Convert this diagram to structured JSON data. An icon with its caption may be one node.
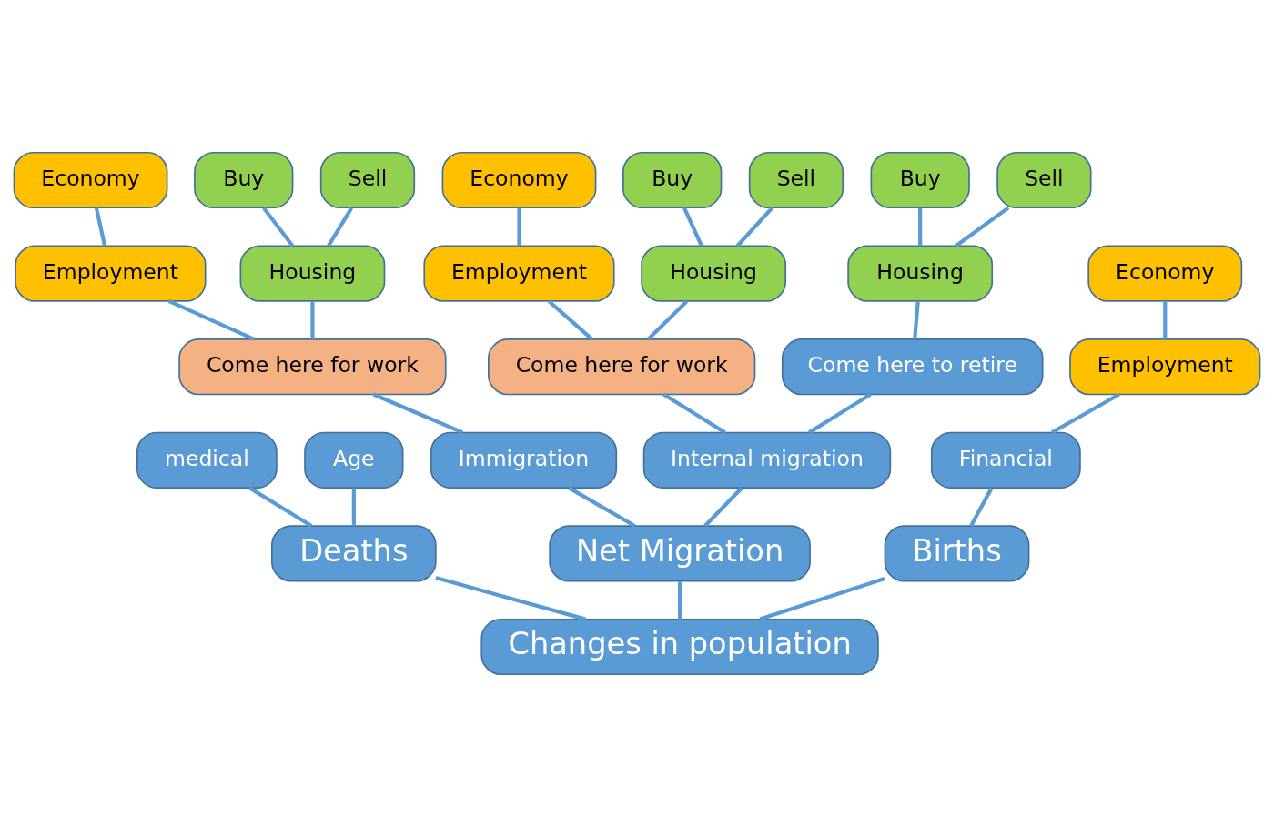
{
  "diagram": {
    "nodes": [
      {
        "text": [
          "Economy"
        ]
      },
      {
        "text": [
          "Buy"
        ]
      },
      {
        "text": [
          "Sell"
        ]
      },
      {
        "text": [
          "Buy"
        ]
      },
      {
        "text": [
          "Sell"
        ]
      },
      {
        "text": [
          "Economy"
        ]
      },
      {
        "text": [
          "Buy"
        ]
      },
      {
        "text": [
          "Sell"
        ]
      },
      {
        "text": [
          "Employment"
        ]
      },
      {
        "text": [
          "Housing"
        ]
      },
      {
        "text": [
          "Housing"
        ]
      },
      {
        "text": [
          "Employment"
        ]
      },
      {
        "text": [
          "Housing"
        ]
      },
      {
        "text": [
          "Come here for work"
        ]
      },
      {
        "text": [
          "Come here to retire"
        ]
      },
      {
        "text": [
          "Economy"
        ]
      },
      {
        "text": [
          "Come here for work"
        ]
      },
      {
        "text": [
          "Employment"
        ]
      },
      {
        "text": [
          "medical"
        ]
      },
      {
        "text": [
          "Age"
        ]
      },
      {
        "text": [
          "Immigration"
        ]
      },
      {
        "text": [
          "Internal migration"
        ]
      },
      {
        "text": [
          "Financial"
        ]
      },
      {
        "text": [
          "Deaths"
        ]
      },
      {
        "text": [
          "Net Migration"
        ]
      },
      {
        "text": [
          "Births"
        ]
      },
      {
        "text": [
          "Changes in population"
        ]
      }
    ],
    "edges": [
      {
        "from": 26,
        "to": 23,
        "arrow": "none"
      },
      {
        "from": 26,
        "to": 24,
        "arrow": "none"
      },
      {
        "from": 26,
        "to": 25,
        "arrow": "none"
      },
      {
        "from": 23,
        "to": 18,
        "arrow": "none"
      },
      {
        "from": 23,
        "to": 19,
        "arrow": "none"
      },
      {
        "from": 24,
        "to": 20,
        "arrow": "none"
      },
      {
        "from": 24,
        "to": 21,
        "arrow": "none"
      },
      {
        "from": 25,
        "to": 22,
        "arrow": "none"
      },
      {
        "from": 22,
        "to": 17,
        "arrow": "none"
      },
      {
        "from": 17,
        "to": 15,
        "arrow": "none"
      },
      {
        "from": 20,
        "to": 16,
        "arrow": "none"
      },
      {
        "from": 16,
        "to": 11,
        "arrow": "none"
      },
      {
        "from": 16,
        "to": 12,
        "arrow": "none"
      },
      {
        "from": 11,
        "to": 5,
        "arrow": "none"
      },
      {
        "from": 12,
        "to": 6,
        "arrow": "none"
      },
      {
        "from": 12,
        "to": 7,
        "arrow": "none"
      },
      {
        "from": 21,
        "to": 13,
        "arrow": "none"
      },
      {
        "from": 21,
        "to": 14,
        "arrow": "none"
      },
      {
        "from": 13,
        "to": 8,
        "arrow": "none"
      },
      {
        "from": 13,
        "to": 9,
        "arrow": "none"
      },
      {
        "from": 8,
        "to": 0,
        "arrow": "none"
      },
      {
        "from": 9,
        "to": 1,
        "arrow": "none"
      },
      {
        "from": 9,
        "to": 2,
        "arrow": "none"
      },
      {
        "from": 14,
        "to": 10,
        "arrow": "none"
      },
      {
        "from": 10,
        "to": 3,
        "arrow": "none"
      },
      {
        "from": 10,
        "to": 4,
        "arrow": "none"
      }
    ]
  }
}
